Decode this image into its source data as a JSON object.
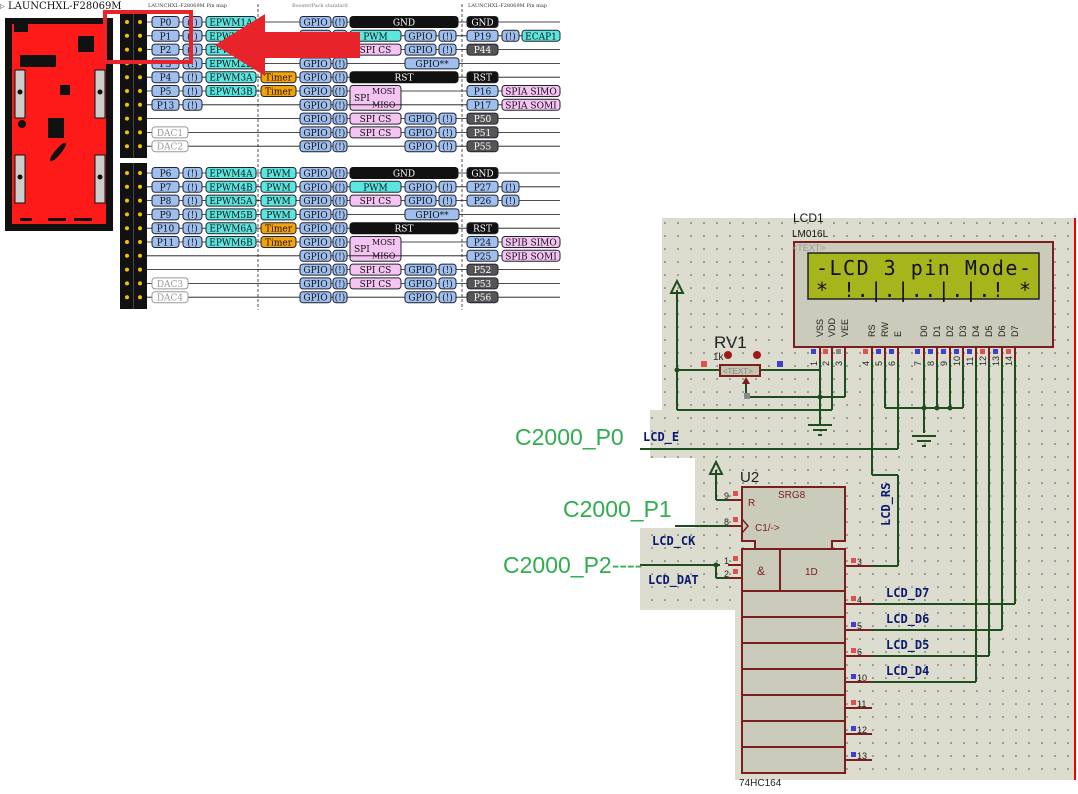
{
  "pinmap": {
    "board_title": "LAUNCHXL-F28069M",
    "column_headers": {
      "left": "LAUNCHXL-F28069M Pin map",
      "middle": "BoosterPack standard",
      "right": "LAUNCHXL-F28069M Pin map"
    },
    "top_header": {
      "left_rows": [
        {
          "pin": "P0",
          "warn": "(!)",
          "func": "EPWM1A",
          "bp": ""
        },
        {
          "pin": "P1",
          "warn": "(!)",
          "func": "EPWM1B",
          "bp": ""
        },
        {
          "pin": "P2",
          "warn": "(!)",
          "func": "EPWM2A",
          "bp": ""
        },
        {
          "pin": "P3",
          "warn": "(!)",
          "func": "EPWM2B",
          "bp": ""
        },
        {
          "pin": "P4",
          "warn": "(!)",
          "func": "EPWM3A",
          "bp": "Timer"
        },
        {
          "pin": "P5",
          "warn": "(!)",
          "func": "EPWM3B",
          "bp": "Timer"
        },
        {
          "pin": "P13",
          "warn": "(!)",
          "func": "",
          "bp": ""
        },
        {
          "pin": "",
          "warn": "",
          "func": "",
          "bp": ""
        },
        {
          "pin": "DAC1",
          "warn": "",
          "func": "",
          "bp": ""
        },
        {
          "pin": "DAC2",
          "warn": "",
          "func": "",
          "bp": ""
        }
      ],
      "middle_rows": [
        {
          "gpio": "GPIO",
          "warn": "(!)",
          "bp": "GND",
          "bpgpio": "",
          "bpwarn": ""
        },
        {
          "gpio": "GPIO",
          "warn": "(!)",
          "bp": "PWM",
          "bpgpio": "GPIO",
          "bpwarn": "(!)"
        },
        {
          "gpio": "GPIO",
          "warn": "(!)",
          "bp": "SPI CS",
          "bpgpio": "GPIO",
          "bpwarn": "(!)"
        },
        {
          "gpio": "GPIO",
          "warn": "(!)",
          "bp": "",
          "bpgpio": "GPIO**",
          "bpwarn": ""
        },
        {
          "gpio": "GPIO",
          "warn": "(!)",
          "bp": "RST",
          "bpgpio": "",
          "bpwarn": ""
        },
        {
          "gpio": "GPIO",
          "warn": "(!)",
          "bp": "SPI MOSI",
          "bpgpio": "",
          "bpwarn": ""
        },
        {
          "gpio": "GPIO",
          "warn": "(!)",
          "bp": "SPI MISO",
          "bpgpio": "",
          "bpwarn": ""
        },
        {
          "gpio": "GPIO",
          "warn": "(!)",
          "bp": "SPI CS",
          "bpgpio": "GPIO",
          "bpwarn": "(!)"
        },
        {
          "gpio": "GPIO",
          "warn": "(!)",
          "bp": "SPI CS",
          "bpgpio": "GPIO",
          "bpwarn": "(!)"
        },
        {
          "gpio": "GPIO",
          "warn": "(!)",
          "bp": "",
          "bpgpio": "GPIO",
          "bpwarn": "(!)"
        }
      ],
      "right_rows": [
        {
          "pin": "GND",
          "warn": "",
          "func": ""
        },
        {
          "pin": "P19",
          "warn": "(!)",
          "func": "ECAP1"
        },
        {
          "pin": "P44",
          "warn": "",
          "func": ""
        },
        {
          "pin": "",
          "warn": "",
          "func": ""
        },
        {
          "pin": "RST",
          "warn": "",
          "func": ""
        },
        {
          "pin": "P16",
          "warn": "",
          "func": "SPIA SIMO"
        },
        {
          "pin": "P17",
          "warn": "",
          "func": "SPIA SOMI"
        },
        {
          "pin": "P50",
          "warn": "",
          "func": ""
        },
        {
          "pin": "P51",
          "warn": "",
          "func": ""
        },
        {
          "pin": "P55",
          "warn": "",
          "func": ""
        }
      ]
    },
    "bottom_header": {
      "left_rows": [
        {
          "pin": "P6",
          "warn": "(!)",
          "func": "EPWM4A",
          "bp": "PWM"
        },
        {
          "pin": "P7",
          "warn": "(!)",
          "func": "EPWM4B",
          "bp": "PWM"
        },
        {
          "pin": "P8",
          "warn": "(!)",
          "func": "EPWM5A",
          "bp": "PWM"
        },
        {
          "pin": "P9",
          "warn": "(!)",
          "func": "EPWM5B",
          "bp": "PWM"
        },
        {
          "pin": "P10",
          "warn": "(!)",
          "func": "EPWM6A",
          "bp": "Timer"
        },
        {
          "pin": "P11",
          "warn": "(!)",
          "func": "EPWM6B",
          "bp": "Timer"
        },
        {
          "pin": "",
          "warn": "",
          "func": "",
          "bp": ""
        },
        {
          "pin": "",
          "warn": "",
          "func": "",
          "bp": ""
        },
        {
          "pin": "DAC3",
          "warn": "",
          "func": "",
          "bp": ""
        },
        {
          "pin": "DAC4",
          "warn": "",
          "func": "",
          "bp": ""
        }
      ],
      "middle_rows": [
        {
          "gpio": "GPIO",
          "warn": "(!)",
          "bp": "GND",
          "bpgpio": "",
          "bpwarn": ""
        },
        {
          "gpio": "GPIO",
          "warn": "(!)",
          "bp": "PWM",
          "bpgpio": "GPIO",
          "bpwarn": "(!)"
        },
        {
          "gpio": "GPIO",
          "warn": "(!)",
          "bp": "SPI CS",
          "bpgpio": "GPIO",
          "bpwarn": "(!)"
        },
        {
          "gpio": "GPIO",
          "warn": "(!)",
          "bp": "",
          "bpgpio": "GPIO**",
          "bpwarn": ""
        },
        {
          "gpio": "GPIO",
          "warn": "(!)",
          "bp": "RST",
          "bpgpio": "",
          "bpwarn": ""
        },
        {
          "gpio": "GPIO",
          "warn": "(!)",
          "bp": "SPI MOSI",
          "bpgpio": "",
          "bpwarn": ""
        },
        {
          "gpio": "GPIO",
          "warn": "(!)",
          "bp": "SPI MISO",
          "bpgpio": "",
          "bpwarn": ""
        },
        {
          "gpio": "GPIO",
          "warn": "(!)",
          "bp": "SPI CS",
          "bpgpio": "GPIO",
          "bpwarn": "(!)"
        },
        {
          "gpio": "GPIO",
          "warn": "(!)",
          "bp": "SPI CS",
          "bpgpio": "GPIO",
          "bpwarn": "(!)"
        },
        {
          "gpio": "GPIO",
          "warn": "(!)",
          "bp": "",
          "bpgpio": "GPIO",
          "bpwarn": "(!)"
        }
      ],
      "right_rows": [
        {
          "pin": "GND",
          "warn": "",
          "func": ""
        },
        {
          "pin": "P27",
          "warn": "(!)",
          "func": ""
        },
        {
          "pin": "P26",
          "warn": "(!)",
          "func": ""
        },
        {
          "pin": "",
          "warn": "",
          "func": ""
        },
        {
          "pin": "RST",
          "warn": "",
          "func": ""
        },
        {
          "pin": "P24",
          "warn": "",
          "func": "SPIB SIMO"
        },
        {
          "pin": "P25",
          "warn": "",
          "func": "SPIB SOMI"
        },
        {
          "pin": "P52",
          "warn": "",
          "func": ""
        },
        {
          "pin": "P53",
          "warn": "",
          "func": ""
        },
        {
          "pin": "P56",
          "warn": "",
          "func": ""
        }
      ]
    },
    "spi_label": "SPI",
    "mosi_label": "MOSI",
    "miso_label": "MISO"
  },
  "annotations": {
    "p0": "C2000_P0",
    "p1": "C2000_P1",
    "p2": "C2000_P2----"
  },
  "schematic": {
    "lcd": {
      "ref": "LCD1",
      "part": "LM016L",
      "text_placeholder": "<TEXT>",
      "line1": "-LCD 3 pin Mode-",
      "line2": "* !.|.|..|.|.! *",
      "pin_names": [
        "VSS",
        "VDD",
        "VEE",
        "RS",
        "RW",
        "E",
        "D0",
        "D1",
        "D2",
        "D3",
        "D4",
        "D5",
        "D6",
        "D7"
      ],
      "pin_numbers": [
        "1",
        "2",
        "3",
        "4",
        "5",
        "6",
        "7",
        "8",
        "9",
        "10",
        "11",
        "12",
        "13",
        "14"
      ]
    },
    "pot": {
      "ref": "RV1",
      "value": "1k",
      "text_placeholder": "<TEXT>"
    },
    "shift_register": {
      "ref": "U2",
      "part": "74HC164",
      "title": "SRG8",
      "reset": "R",
      "clock": "C1/->",
      "and": "&",
      "data": "1D",
      "left_pins": [
        "9",
        "8",
        "1",
        "2"
      ],
      "right_pins": [
        "3",
        "4",
        "5",
        "6",
        "10",
        "11",
        "12",
        "13"
      ]
    },
    "nets": {
      "lcd_e": "LCD_E",
      "lcd_ck": "LCD_CK",
      "lcd_dat": "LCD_DAT",
      "lcd_rs": "LCD_RS",
      "lcd_d7": "LCD_D7",
      "lcd_d6": "LCD_D6",
      "lcd_d5": "LCD_D5",
      "lcd_d4": "LCD_D4"
    }
  },
  "colors": {
    "wire": "#1e4d1e",
    "component": "#7a1e1e",
    "net_label": "#0a1a6e",
    "lcd_screen": "#a6b51c",
    "annotation": "#2fae4e",
    "arrow": "#e8232a",
    "board": "#ff1a1a"
  }
}
